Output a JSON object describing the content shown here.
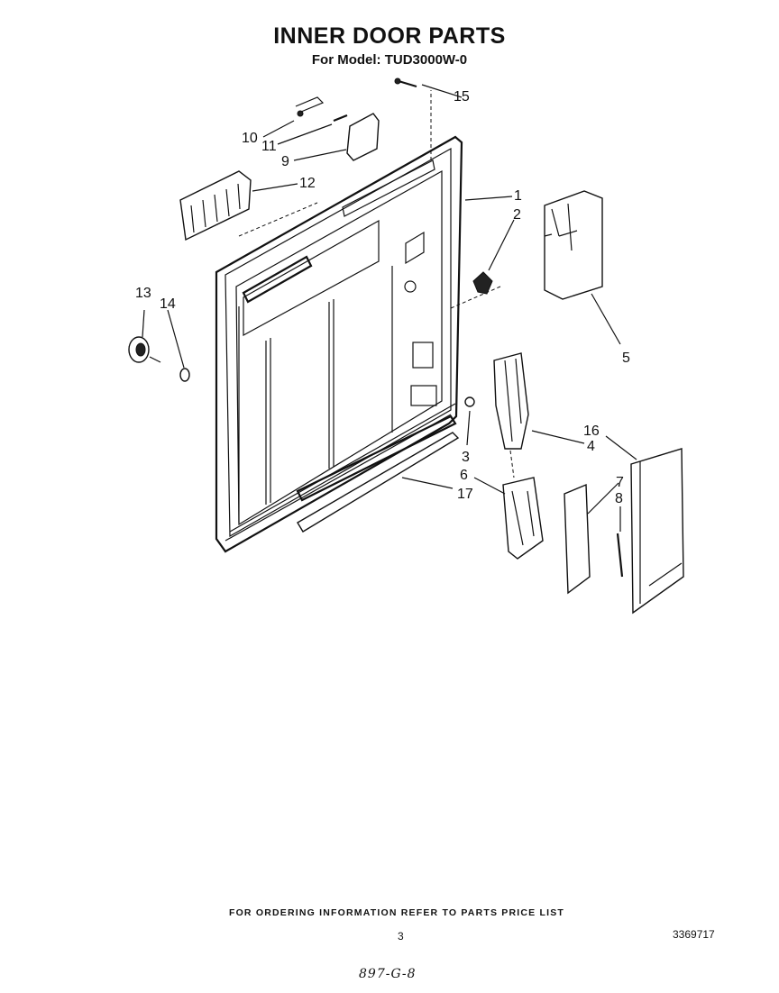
{
  "header": {
    "title": "INNER DOOR PARTS",
    "model": "For Model: TUD3000W-0"
  },
  "callouts": [
    "1",
    "2",
    "3",
    "4",
    "5",
    "6",
    "7",
    "8",
    "9",
    "10",
    "11",
    "12",
    "13",
    "14",
    "15",
    "16",
    "17"
  ],
  "footer": {
    "ordering_note": "FOR ORDERING INFORMATION REFER TO PARTS PRICE LIST",
    "page_number": "3",
    "document_number": "3369717",
    "handwritten": "897-G-8"
  }
}
